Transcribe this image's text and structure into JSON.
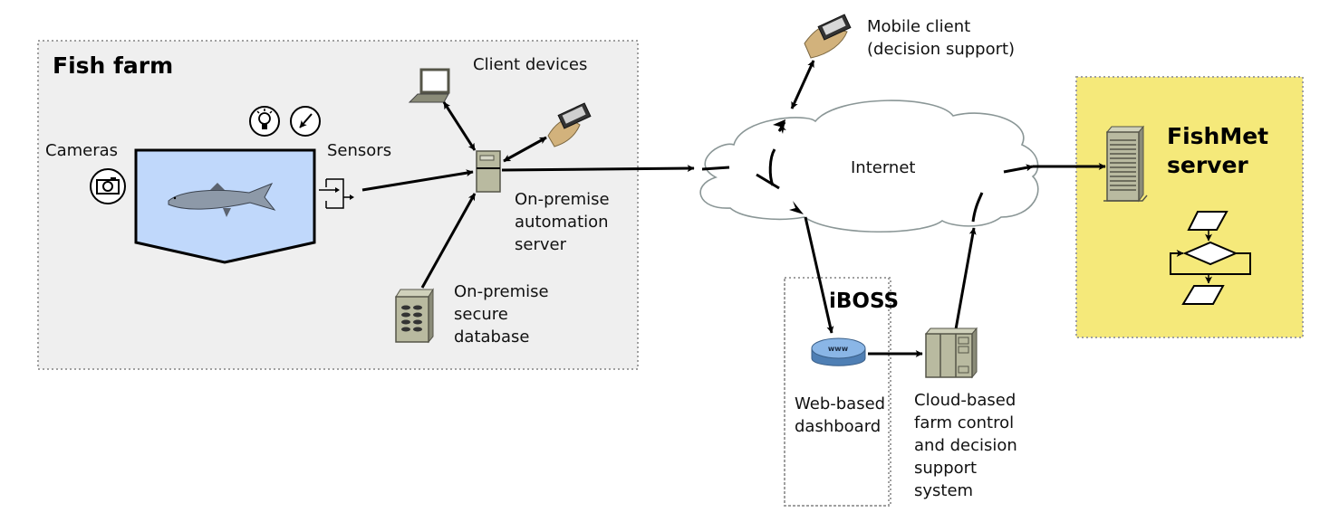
{
  "colors": {
    "farm_bg": "#efefef",
    "fishmet_bg": "#f5e97a",
    "tank_fill": "#c0d8fb",
    "device_gray": "#b9baa0",
    "hand": "#d2b27c",
    "dotted_border": "#a0a0a0",
    "cloud_stroke": "#8a9696"
  },
  "groups": {
    "fish_farm": {
      "title": "Fish farm"
    },
    "iboss": {
      "title": "iBOSS"
    },
    "fishmet": {
      "title": "FishMet\nserver"
    }
  },
  "nodes": {
    "cameras": {
      "label": "Cameras",
      "icon": "camera-icon"
    },
    "sensors": {
      "label": "Sensors",
      "icons": [
        "light-bulb-icon",
        "gauge-icon",
        "signal-converter-icon"
      ]
    },
    "tank": {
      "icon": "salmon-icon"
    },
    "client_devices": {
      "label": "Client devices",
      "icons": [
        "laptop-icon",
        "handheld-device-icon"
      ]
    },
    "automation_server": {
      "label": "On-premise\nautomation\nserver",
      "icon": "server-icon"
    },
    "secure_database": {
      "label": "On-premise\nsecure\ndatabase",
      "icon": "database-server-icon"
    },
    "mobile_client": {
      "label": "Mobile client\n(decision support)",
      "icon": "handheld-device-icon"
    },
    "internet": {
      "label": "Internet",
      "icon": "cloud-icon"
    },
    "dashboard": {
      "label": "Web-based\ndashboard",
      "icon": "www-router-icon"
    },
    "cloud_control": {
      "label": "Cloud-based\nfarm control\nand decision\nsupport\nsystem",
      "icon": "rack-server-icon"
    },
    "fishmet_server": {
      "icon": "tower-server-icon",
      "model_icon": "flowchart-icon"
    }
  },
  "edges": [
    {
      "from": "sensors",
      "to": "automation_server",
      "type": "directed"
    },
    {
      "from": "secure_database",
      "to": "automation_server",
      "type": "directed"
    },
    {
      "from": "laptop",
      "to": "automation_server",
      "type": "bidirectional"
    },
    {
      "from": "handheld",
      "to": "automation_server",
      "type": "bidirectional"
    },
    {
      "from": "automation_server",
      "to": "internet",
      "type": "directed"
    },
    {
      "from": "internet",
      "to": "mobile_client",
      "type": "bidirectional"
    },
    {
      "from": "internet",
      "to": "dashboard",
      "type": "directed"
    },
    {
      "from": "dashboard",
      "to": "cloud_control",
      "type": "directed"
    },
    {
      "from": "cloud_control",
      "to": "internet",
      "type": "directed"
    },
    {
      "from": "internet",
      "to": "fishmet_server",
      "type": "directed"
    }
  ]
}
